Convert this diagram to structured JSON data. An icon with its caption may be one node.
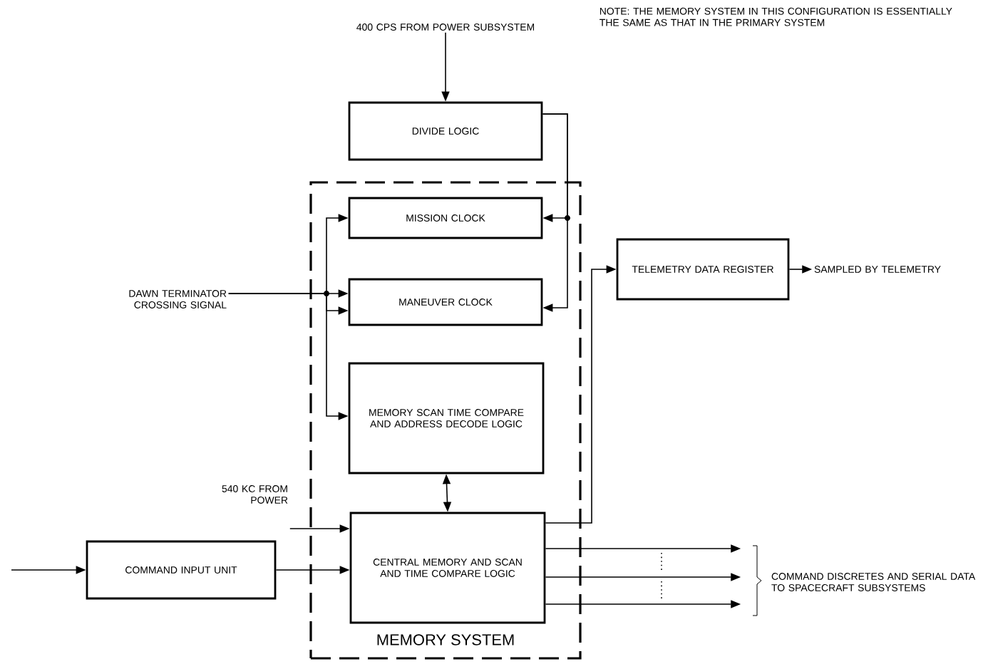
{
  "diagram": {
    "nodes": [
      {
        "text": [
          "MEMORY SYSTEM"
        ]
      },
      {
        "text": [
          "400 CPS FROM POWER SUBSYSTEM"
        ]
      },
      {
        "text": [
          "DIVIDE LOGIC"
        ]
      },
      {
        "text": [
          "MISSION CLOCK"
        ],
        "in": 0
      },
      {
        "text": [
          "MANEUVER CLOCK"
        ],
        "in": 0
      },
      {
        "text": [
          "MEMORY SCAN TIME COMPARE AND ADDRESS DECODE LOGIC"
        ],
        "in": 0
      },
      {
        "text": [
          "CENTRAL MEMORY AND SCAN AND TIME COMPARE LOGIC"
        ],
        "in": 0
      },
      {
        "text": [
          "DAWN TERMINATOR CROSSING SIGNAL"
        ]
      },
      {
        "text": [
          "TELEMETRY DATA REGISTER"
        ]
      },
      {
        "text": [
          "SAMPLED BY TELEMETRY"
        ]
      },
      {
        "text": [
          "540 KC FROM POWER"
        ]
      },
      {
        "text": [
          "COMMAND INPUT UNIT"
        ]
      },
      {
        "text": [
          "COMMAND DISCRETES AND SERIAL DATA TO SPACECRAFT SUBSYSTEMS"
        ]
      }
    ],
    "edges": [
      {
        "from": 1,
        "to": 2,
        "arrow": "to"
      },
      {
        "from": 2,
        "to": 3,
        "arrow": "to"
      },
      {
        "from": 2,
        "to": 4,
        "arrow": "to"
      },
      {
        "from": 7,
        "to": 4,
        "arrow": "to"
      },
      {
        "from": 7,
        "to": 3,
        "arrow": "to"
      },
      {
        "from": 7,
        "to": 4,
        "arrow": "to"
      },
      {
        "from": 7,
        "to": 5,
        "arrow": "to"
      },
      {
        "from": 5,
        "to": 6,
        "arrow": "both"
      },
      {
        "from": 10,
        "to": 6,
        "arrow": "to"
      },
      {
        "from": null,
        "to": 11,
        "arrow": "to"
      },
      {
        "from": 11,
        "to": 6,
        "arrow": "to"
      },
      {
        "from": 6,
        "to": 8,
        "arrow": "to"
      },
      {
        "from": 8,
        "to": 9,
        "arrow": "to"
      },
      {
        "from": 6,
        "to": 12,
        "arrow": "to"
      },
      {
        "from": 6,
        "to": 12,
        "arrow": "to"
      },
      {
        "from": 6,
        "to": 12,
        "arrow": "to"
      }
    ],
    "labels": [
      "NOTE: THE MEMORY SYSTEM IN THIS CONFIGURATION IS ESSENTIALLY THE SAME AS THAT IN THE PRIMARY SYSTEM"
    ]
  }
}
